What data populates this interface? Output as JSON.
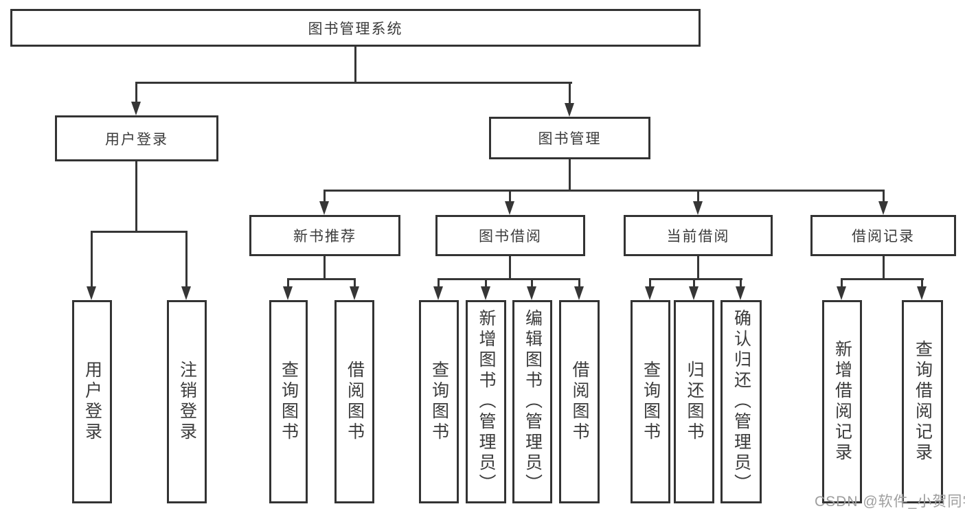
{
  "diagram": {
    "root": "图书管理系统",
    "level2": {
      "user_login": "用户登录",
      "book_mgmt": "图书管理"
    },
    "level3": {
      "new_book_rec": "新书推荐",
      "book_borrow": "图书借阅",
      "current_borrow": "当前借阅",
      "borrow_records": "借阅记录"
    },
    "leaves": {
      "login": "用户登录",
      "logout": "注销登录",
      "nbr_query_book": "查询图书",
      "nbr_borrow_book": "借阅图书",
      "bb_query_book": "查询图书",
      "bb_add_book": "新增图书（管理员）",
      "bb_edit_book": "编辑图书（管理员）",
      "bb_borrow_book": "借阅图书",
      "cb_query_book": "查询图书",
      "cb_return_book": "归还图书",
      "cb_confirm_return": "确认归还（管理员）",
      "br_add_record": "新增借阅记录",
      "br_query_record": "查询借阅记录"
    },
    "colors": {
      "box_border": "#333333",
      "text": "#3b3b3b",
      "line": "#363636",
      "background": "#ffffff",
      "watermark": "#9e9e9e"
    }
  },
  "watermark": "CSDN @软件_小贺同学"
}
